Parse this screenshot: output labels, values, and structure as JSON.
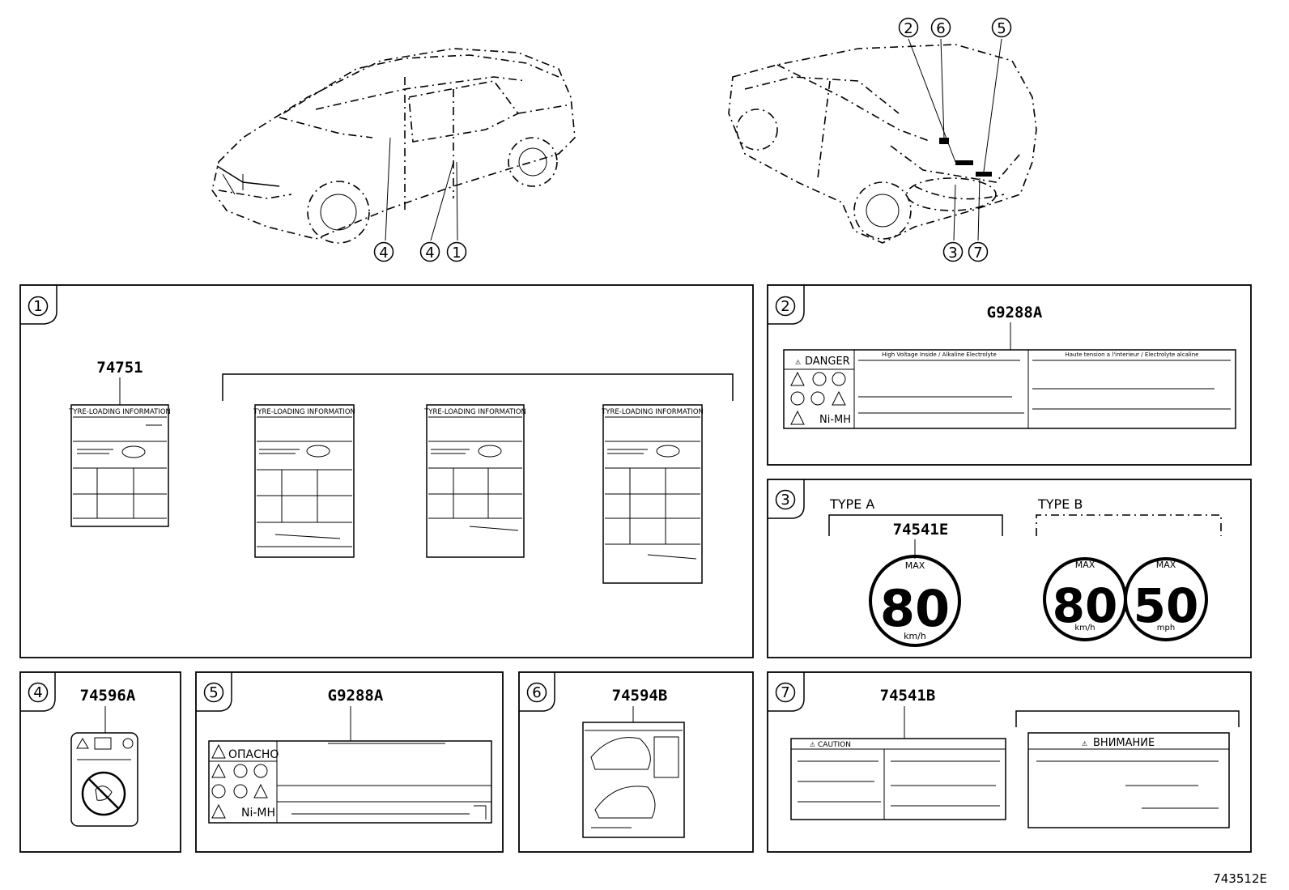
{
  "callouts": {
    "front": [
      "4",
      "4",
      "1"
    ],
    "rear_top": [
      "2",
      "6",
      "5"
    ],
    "rear_bottom": [
      "3",
      "7"
    ]
  },
  "panels": {
    "p1": {
      "num": "1",
      "part": "74751",
      "label_title": "TYRE-LOADING INFORMATION"
    },
    "p2": {
      "num": "2",
      "part": "G9288A",
      "danger": "DANGER",
      "nimh": "Ni-MH",
      "text_en": "High Voltage Inside / Alkaline Electrolyte",
      "text_fr": "Haute tension a l'interieur / Electrolyte alcaline"
    },
    "p3": {
      "num": "3",
      "type_a": "TYPE A",
      "type_b": "TYPE B",
      "part": "74541E",
      "max": "MAX",
      "v80": "80",
      "v50": "50",
      "kmh": "km/h",
      "mph": "mph"
    },
    "p4": {
      "num": "4",
      "part": "74596A"
    },
    "p5": {
      "num": "5",
      "part": "G9288A",
      "danger": "ОПАСНО",
      "nimh": "Ni-MH"
    },
    "p6": {
      "num": "6",
      "part": "74594B"
    },
    "p7": {
      "num": "7",
      "part": "74541B",
      "caution": "CAUTION",
      "vnimanie": "ВНИМАНИЕ"
    }
  },
  "figure_code": "743512E"
}
